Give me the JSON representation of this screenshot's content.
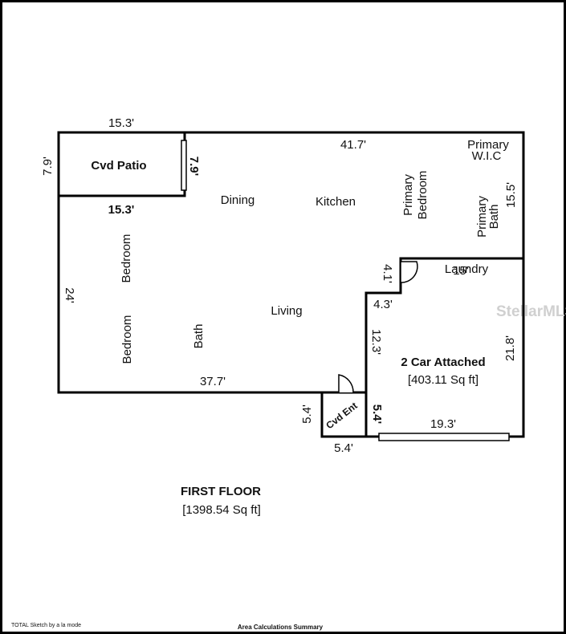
{
  "floor": {
    "title": "FIRST FLOOR",
    "area": "[1398.54 Sq ft]"
  },
  "rooms": {
    "cvd_patio": "Cvd Patio",
    "dining": "Dining",
    "kitchen": "Kitchen",
    "primary_bedroom_1": "Primary",
    "primary_bedroom_2": "Bedroom",
    "primary_wic_1": "Primary",
    "primary_wic_2": "W.I.C",
    "primary_bath_1": "Primary",
    "primary_bath_2": "Bath",
    "laundry": "Laundry",
    "bedroom_upper": "Bedroom",
    "bedroom_lower": "Bedroom",
    "bath": "Bath",
    "living": "Living",
    "cvd_ent": "Cvd Ent",
    "garage": "2 Car Attached",
    "garage_area": "[403.11 Sq ft]"
  },
  "dimensions": {
    "patio_top": "15.3'",
    "patio_bottom": "15.3'",
    "patio_left": "7.9'",
    "patio_right": "7.9'",
    "top_wall": "41.7'",
    "right_upper": "15.5'",
    "laundry_overlap": "15'",
    "left_wall": "24'",
    "notch_vertical": "4.1'",
    "notch_horizontal": "4.3'",
    "garage_left": "12.3'",
    "garage_right": "21.8'",
    "bottom_wall": "37.7'",
    "ent_left": "5.4'",
    "ent_right": "5.4'",
    "ent_bottom": "5.4'",
    "garage_bottom": "19.3'"
  },
  "footer": {
    "credit": "TOTAL Sketch by a la mode",
    "summary": "Area Calculations Summary"
  },
  "watermark": "StellarMLS"
}
